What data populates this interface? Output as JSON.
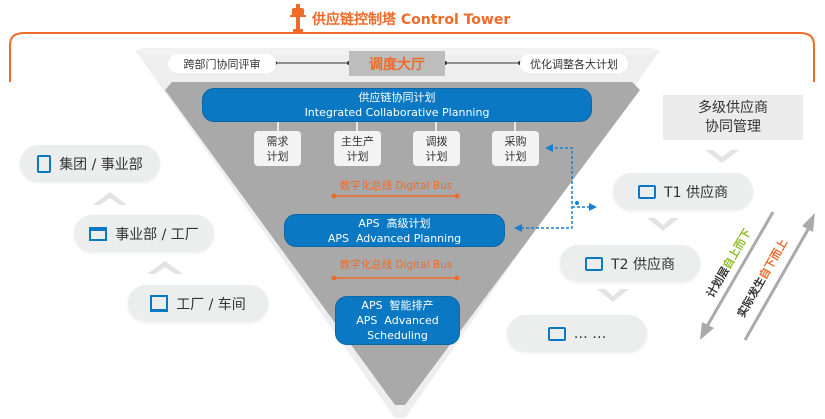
{
  "title": "供应链控制塔 Control Tower",
  "top": {
    "left_pill": "跨部门协同评审",
    "center": "调度大厅",
    "right_pill": "优化调整各大计划"
  },
  "icp": {
    "cn": "供应链协同计划",
    "en": "Integrated Collaborative Planning"
  },
  "plans": [
    {
      "l1": "需求",
      "l2": "计划"
    },
    {
      "l1": "主生产",
      "l2": "计划"
    },
    {
      "l1": "调拨",
      "l2": "计划"
    },
    {
      "l1": "采购",
      "l2": "计划"
    }
  ],
  "bus1": "数字化总线 Digital Bus",
  "bus2": "数字化总线 Digital Bus",
  "aps_plan": {
    "cn": "APS  高级计划",
    "en": "APS  Advanced Planning"
  },
  "aps_sched": {
    "cn": "APS  智能排产",
    "en1": "APS  Advanced",
    "en2": "Scheduling"
  },
  "left": [
    "集团 / 事业部",
    "事业部 / 工厂",
    "工厂 / 车间"
  ],
  "right": {
    "header_l1": "多级供应商",
    "header_l2": "协同管理",
    "t1": "T1 供应商",
    "t2": "T2 供应商",
    "more": "… …"
  },
  "arrows": {
    "down_prefix": "计划层",
    "down_accent": "自上而下",
    "up_prefix": "实际发生",
    "up_accent": "自下而上"
  },
  "colors": {
    "orange": "#ee6b2a",
    "blue": "#0a78c2",
    "green": "#8dbb2a"
  }
}
